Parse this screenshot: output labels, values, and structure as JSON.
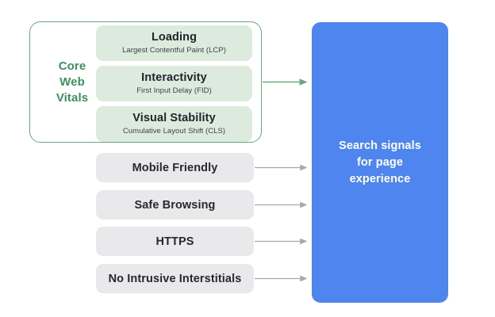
{
  "diagram": {
    "background_color": "#ffffff",
    "core_web_vitals": {
      "group_label_lines": [
        "Core",
        "Web",
        "Vitals"
      ],
      "group_border_color": "#69a77f",
      "label_color": "#3f8f5e",
      "card_color": "#dcebdd",
      "cards": [
        {
          "title": "Loading",
          "subtitle": "Largest Contentful Paint (LCP)"
        },
        {
          "title": "Interactivity",
          "subtitle": "First Input Delay (FID)"
        },
        {
          "title": "Visual Stability",
          "subtitle": "Cumulative Layout Shift (CLS)"
        }
      ]
    },
    "other_signals": {
      "pill_color": "#e9e9eb",
      "items": [
        {
          "label": "Mobile Friendly"
        },
        {
          "label": "Safe Browsing"
        },
        {
          "label": "HTTPS"
        },
        {
          "label": "No Intrusive Interstitials"
        }
      ]
    },
    "outcome": {
      "lines": [
        "Search signals",
        "for page",
        "experience"
      ],
      "panel_color": "#4e85ee",
      "text_color": "#ffffff"
    },
    "connectors": {
      "core_web_vitals_arrow_color": "#6aa87f",
      "signal_arrow_color": "#a9a9ad"
    }
  }
}
